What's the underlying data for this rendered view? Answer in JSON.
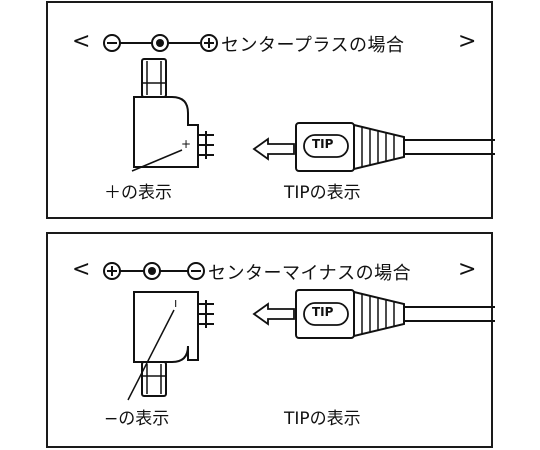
{
  "top_panel": {
    "heading": "センタープラスの場合",
    "bracket_open": "<",
    "bracket_close": ">",
    "polarity_left": "−",
    "polarity_right": "+",
    "plug_mark": "+",
    "plug_label": "＋の表示",
    "tip_text": "TIP",
    "tip_label": "TIPの表示"
  },
  "bottom_panel": {
    "heading": "センターマイナスの場合",
    "bracket_open": "<",
    "bracket_close": ">",
    "polarity_left": "+",
    "polarity_right": "−",
    "plug_mark": "ı",
    "plug_label": "−の表示",
    "tip_text": "TIP",
    "tip_label": "TIPの表示"
  }
}
